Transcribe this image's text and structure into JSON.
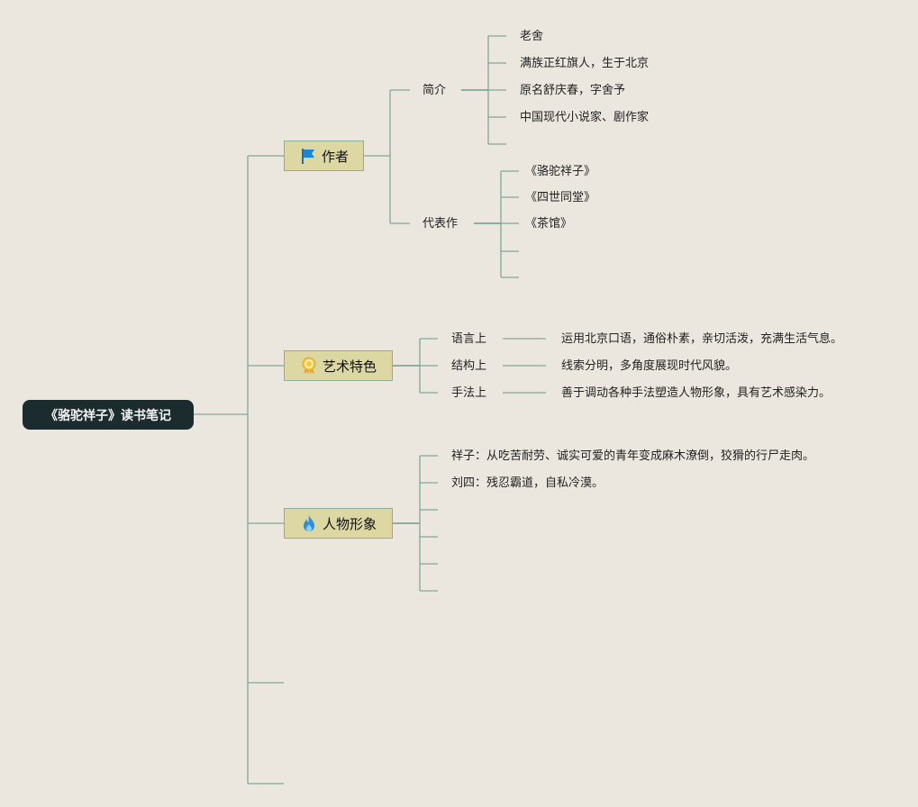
{
  "root": {
    "label": "《骆驼祥子》读书笔记"
  },
  "author": {
    "label": "作者",
    "icon": "flag-icon",
    "intro": {
      "label": "简介",
      "items": [
        "老舍",
        "满族正红旗人，生于北京",
        "原名舒庆春，字舍予",
        "中国现代小说家、剧作家"
      ]
    },
    "works": {
      "label": "代表作",
      "items": [
        "《骆驼祥子》",
        "《四世同堂》",
        "《茶馆》"
      ]
    }
  },
  "art": {
    "label": "艺术特色",
    "icon": "medal-icon",
    "items": [
      {
        "label": "语言上",
        "desc": "运用北京口语，通俗朴素，亲切活泼，充满生活气息。"
      },
      {
        "label": "结构上",
        "desc": "线索分明，多角度展现时代风貌。"
      },
      {
        "label": "手法上",
        "desc": "善于调动各种手法塑造人物形象，具有艺术感染力。"
      }
    ]
  },
  "characters": {
    "label": "人物形象",
    "icon": "fire-icon",
    "items": [
      "祥子：从吃苦耐劳、诚实可爱的青年变成麻木潦倒，狡猾的行尸走肉。",
      "刘四：残忍霸道，自私冷漠。"
    ]
  },
  "colors": {
    "background": "#ece7de",
    "root_fill": "#1c2c2e",
    "topic_fill": "#ddd7a4",
    "line": "#7fa894"
  }
}
